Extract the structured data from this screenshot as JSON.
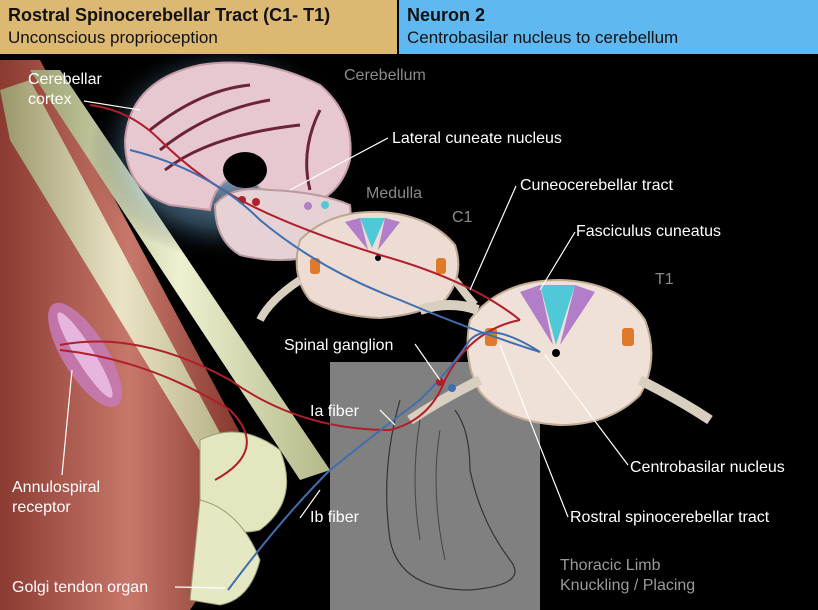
{
  "header": {
    "left_title": "Rostral Spinocerebellar Tract (C1- T1)",
    "left_subtitle": "Unconscious proprioception",
    "right_title": "Neuron 2",
    "right_subtitle": "Centrobasilar nucleus to cerebellum"
  },
  "labels": {
    "cerebellar_cortex_line1": "Cerebellar",
    "cerebellar_cortex_line2": "cortex",
    "cerebellum": "Cerebellum",
    "lateral_cuneate_nucleus": "Lateral cuneate nucleus",
    "medulla": "Medulla",
    "cuneocerebellar_tract": "Cuneocerebellar tract",
    "c1": "C1",
    "fasciculus_cuneatus": "Fasciculus cuneatus",
    "t1": "T1",
    "spinal_ganglion": "Spinal ganglion",
    "ia_fiber": "Ia fiber",
    "ib_fiber": "Ib fiber",
    "annulospiral_line1": "Annulospiral",
    "annulospiral_line2": "receptor",
    "centrobasilar_nucleus": "Centrobasilar nucleus",
    "rostral_spinocerebellar_tract": "Rostral spinocerebellar tract",
    "thoracic_limb_line1": "Thoracic Limb",
    "thoracic_limb_line2": "Knuckling / Placing",
    "golgi_tendon_organ": "Golgi tendon organ"
  },
  "colors": {
    "header_left": "#dcb873",
    "header_right": "#5fb8f0",
    "fiber_red": "#b01e2a",
    "fiber_blue": "#3f6fb0",
    "fasciculus": "#4fc9d8",
    "tract_violet": "#b27ec9",
    "nucleus_orange": "#e07a2a"
  }
}
